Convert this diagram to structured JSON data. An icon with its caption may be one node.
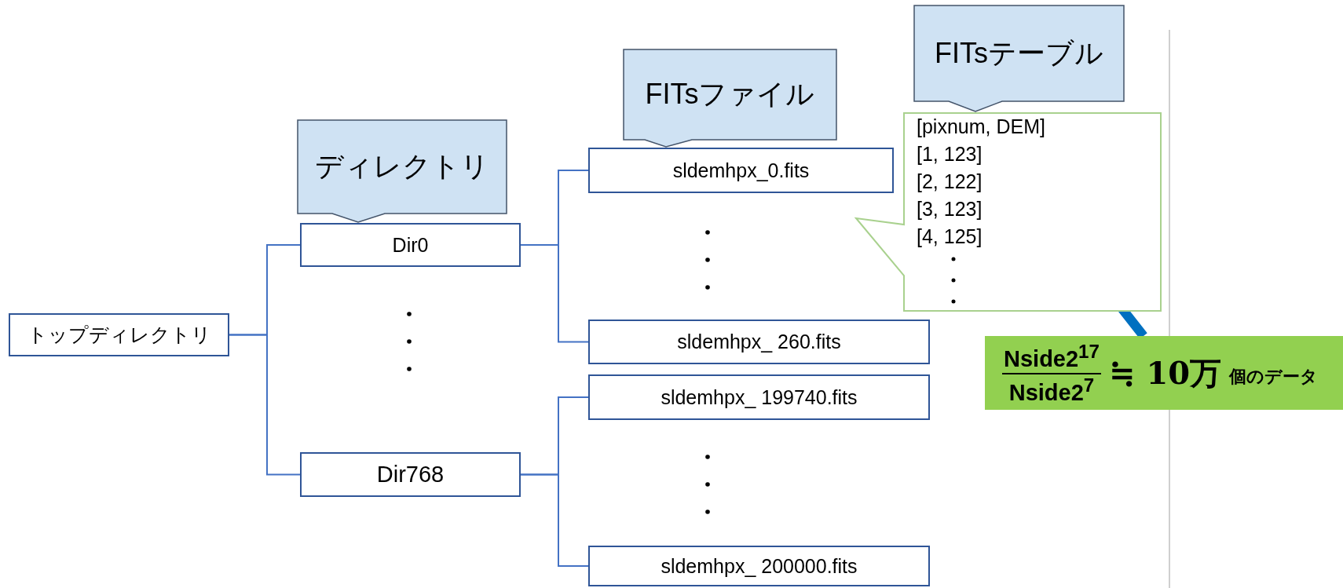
{
  "diagram": {
    "nodes": [
      {
        "text": [
          "トップディレクトリ"
        ]
      },
      {
        "text": [
          "Dir0"
        ]
      },
      {
        "text": [
          "Dir768"
        ]
      },
      {
        "text": [
          "sldemhpx_0.fits"
        ]
      },
      {
        "text": [
          "sldemhpx_ 260.fits"
        ]
      },
      {
        "text": [
          "sldemhpx_ 199740.fits"
        ]
      },
      {
        "text": [
          "sldemhpx_ 200000.fits"
        ]
      },
      {
        "text": [
          "ディレクトリ"
        ]
      },
      {
        "text": [
          "FITsファイル"
        ]
      },
      {
        "text": [
          "FITsテーブル"
        ]
      },
      {
        "text": [
          "[pixnum, DEM]",
          "[1, 123]",
          "[2, 122]",
          "[3, 123]",
          "[4, 125]"
        ]
      },
      {
        "text": [
          "Nside2$^{17}$",
          "Nside2$^{7}$",
          "≒ 10万",
          "個のデータ"
        ]
      }
    ],
    "edges": [
      {
        "from": 0,
        "to": 1,
        "arrow": "none"
      },
      {
        "from": 0,
        "to": 2,
        "arrow": "none"
      },
      {
        "from": 1,
        "to": 3,
        "arrow": "none"
      },
      {
        "from": 1,
        "to": 4,
        "arrow": "none"
      },
      {
        "from": 2,
        "to": 5,
        "arrow": "none"
      },
      {
        "from": 2,
        "to": 6,
        "arrow": "none"
      },
      {
        "from": 11,
        "to": 10,
        "arrow": "to",
        "style": "thick",
        "color": "#0070c0"
      }
    ]
  }
}
